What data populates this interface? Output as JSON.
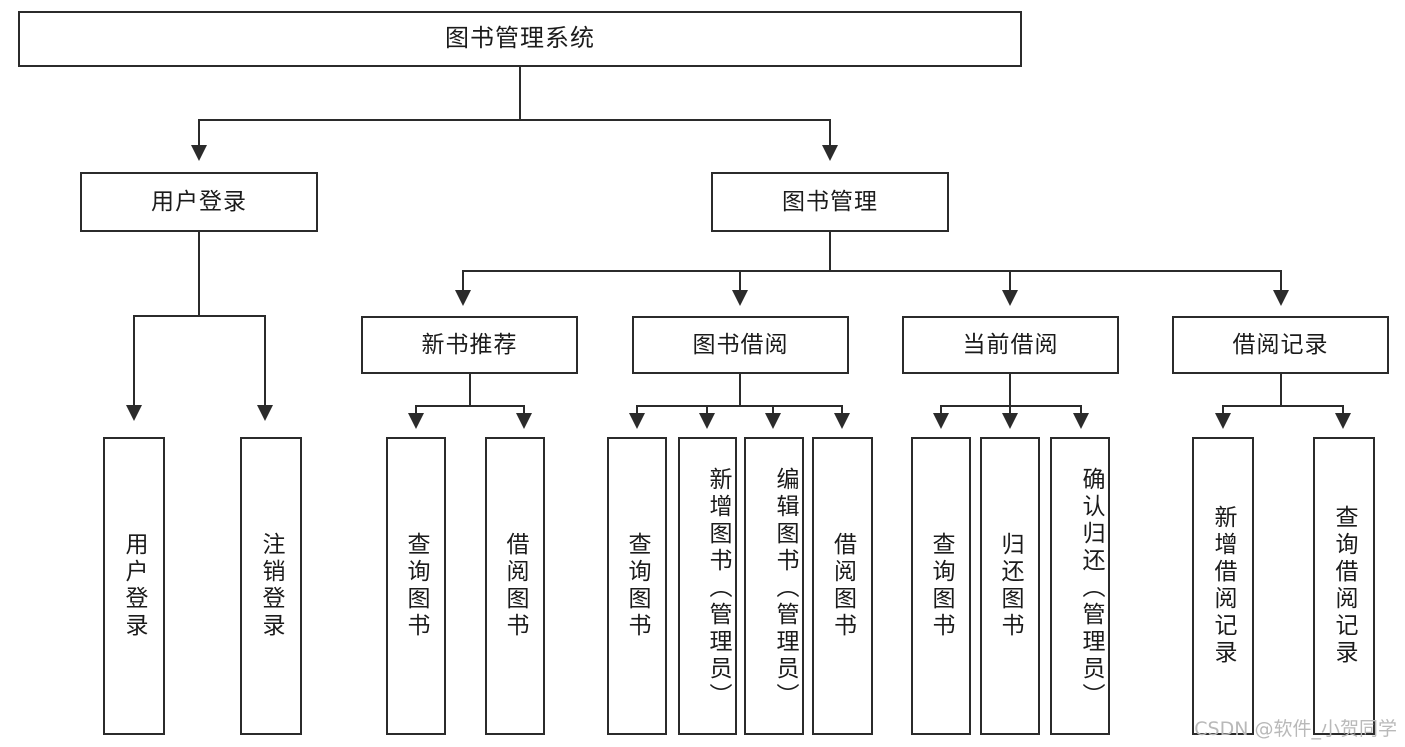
{
  "diagram": {
    "title": "图书管理系统",
    "type": "tree-hierarchy",
    "root": {
      "label": "图书管理系统"
    },
    "level2": [
      {
        "label": "用户登录"
      },
      {
        "label": "图书管理"
      }
    ],
    "level3": [
      {
        "label": "新书推荐"
      },
      {
        "label": "图书借阅"
      },
      {
        "label": "当前借阅"
      },
      {
        "label": "借阅记录"
      }
    ],
    "leaves": {
      "user_login": [
        {
          "label": "用户登录"
        },
        {
          "label": "注销登录"
        }
      ],
      "new_book_recommend": [
        {
          "label": "查询图书"
        },
        {
          "label": "借阅图书"
        }
      ],
      "book_borrow": [
        {
          "label": "查询图书"
        },
        {
          "label": "新增图书（管理员）"
        },
        {
          "label": "编辑图书（管理员）"
        },
        {
          "label": "借阅图书"
        }
      ],
      "current_borrow": [
        {
          "label": "查询图书"
        },
        {
          "label": "归还图书"
        },
        {
          "label": "确认归还（管理员）"
        }
      ],
      "borrow_record": [
        {
          "label": "新增借阅记录"
        },
        {
          "label": "查询借阅记录"
        }
      ]
    }
  },
  "watermark": "CSDN @软件_小贺同学",
  "colors": {
    "stroke": "#2b2b2b",
    "fill": "#ffffff",
    "text": "#1b1b1b",
    "watermark": "#b9b9b9"
  }
}
